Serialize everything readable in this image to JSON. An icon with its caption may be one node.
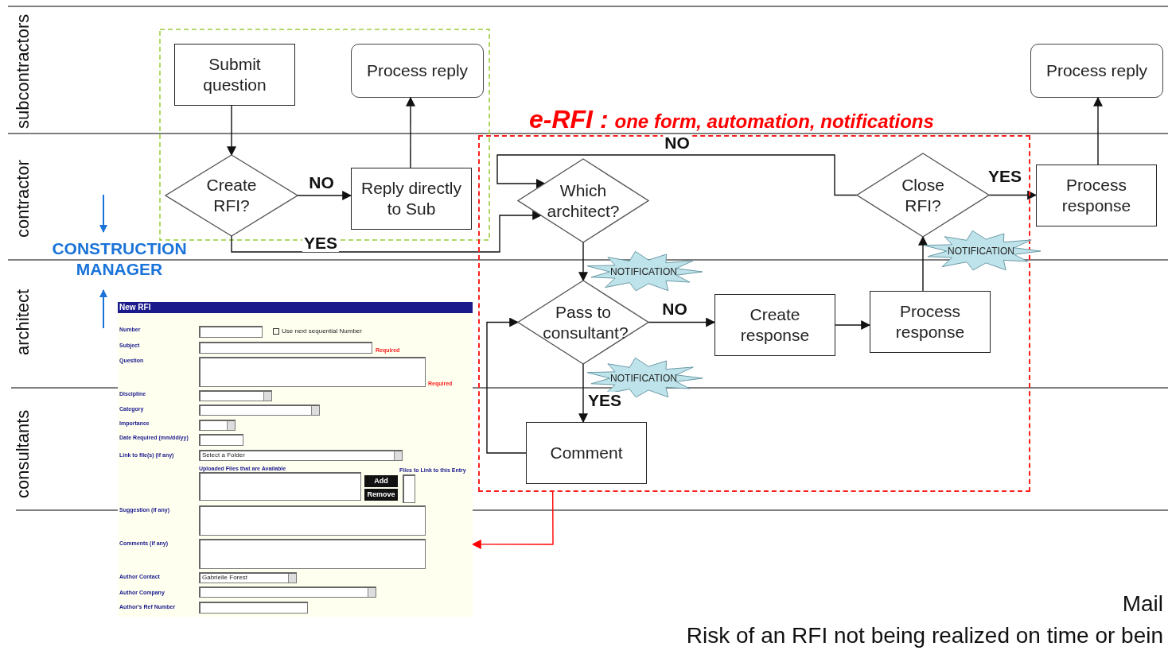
{
  "diagram": {
    "nodes": [
      {
        "text": [
          "Submit question"
        ]
      },
      {
        "text": [
          "Process reply"
        ]
      },
      {
        "text": [
          "Create RFI?"
        ]
      },
      {
        "text": [
          "Reply directly to Sub"
        ]
      },
      {
        "text": [
          "e-RFI :",
          "one form, automation, notifications"
        ]
      },
      {
        "text": [
          "Which architect?"
        ],
        "in": 4
      },
      {
        "text": [
          "Close RFI?"
        ],
        "in": 4
      },
      {
        "text": [
          "Process response"
        ]
      },
      {
        "text": [
          "Process reply"
        ]
      },
      {
        "text": [
          "NOTIFICATION"
        ],
        "in": 4
      },
      {
        "text": [
          "Pass to consultant?"
        ],
        "in": 4
      },
      {
        "text": [
          "Create response"
        ],
        "in": 4
      },
      {
        "text": [
          "Process response"
        ],
        "in": 4
      },
      {
        "text": [
          "NOTIFICATION"
        ]
      },
      {
        "text": [
          "NOTIFICATION"
        ],
        "in": 4
      },
      {
        "text": [
          "Comment"
        ],
        "in": 4
      },
      {
        "text": [
          "New RFI",
          "Number",
          "Use next sequential Number",
          "Subject",
          "Required",
          "Question",
          "Required",
          "Discipline",
          "Category",
          "Importance",
          "Date Required (mm/dd/yy)",
          "Link to file(s) (if any)",
          "Select a Folder",
          "Uploaded Files that are Available",
          "Files to Link to this Entry",
          "Add",
          "Remove",
          "Suggestion (if any)",
          "Comments (if any)",
          "Author Contact",
          "Gabrielle Forest",
          "Author Company",
          "Author's Ref Number"
        ]
      }
    ],
    "edges": [
      {
        "from": 0,
        "to": 2,
        "arrow": "to"
      },
      {
        "from": 2,
        "to": 3,
        "arrow": "to",
        "label": "NO"
      },
      {
        "from": 3,
        "to": 1,
        "arrow": "to"
      },
      {
        "from": 2,
        "to": 5,
        "arrow": "to",
        "label": "YES"
      },
      {
        "from": 6,
        "to": 5,
        "arrow": "to",
        "label": "NO"
      },
      {
        "from": 6,
        "to": 7,
        "arrow": "to",
        "label": "YES"
      },
      {
        "from": 7,
        "to": 8,
        "arrow": "to"
      },
      {
        "from": 5,
        "to": 10,
        "arrow": "to"
      },
      {
        "from": 10,
        "to": 11,
        "arrow": "to",
        "label": "NO"
      },
      {
        "from": 11,
        "to": 12,
        "arrow": "to"
      },
      {
        "from": 12,
        "to": 6,
        "arrow": "to"
      },
      {
        "from": 10,
        "to": 15,
        "arrow": "to",
        "label": "YES"
      },
      {
        "from": 15,
        "to": 10,
        "arrow": "to"
      },
      {
        "from": 4,
        "to": 16,
        "arrow": "to",
        "color": "#ff0000"
      }
    ],
    "labels": [
      "subcontractors",
      "contractor",
      "architect",
      "consultants",
      "CONSTRUCTION MANAGER",
      "Mail",
      "Risk of an RFI not being realized on time or bein"
    ]
  }
}
